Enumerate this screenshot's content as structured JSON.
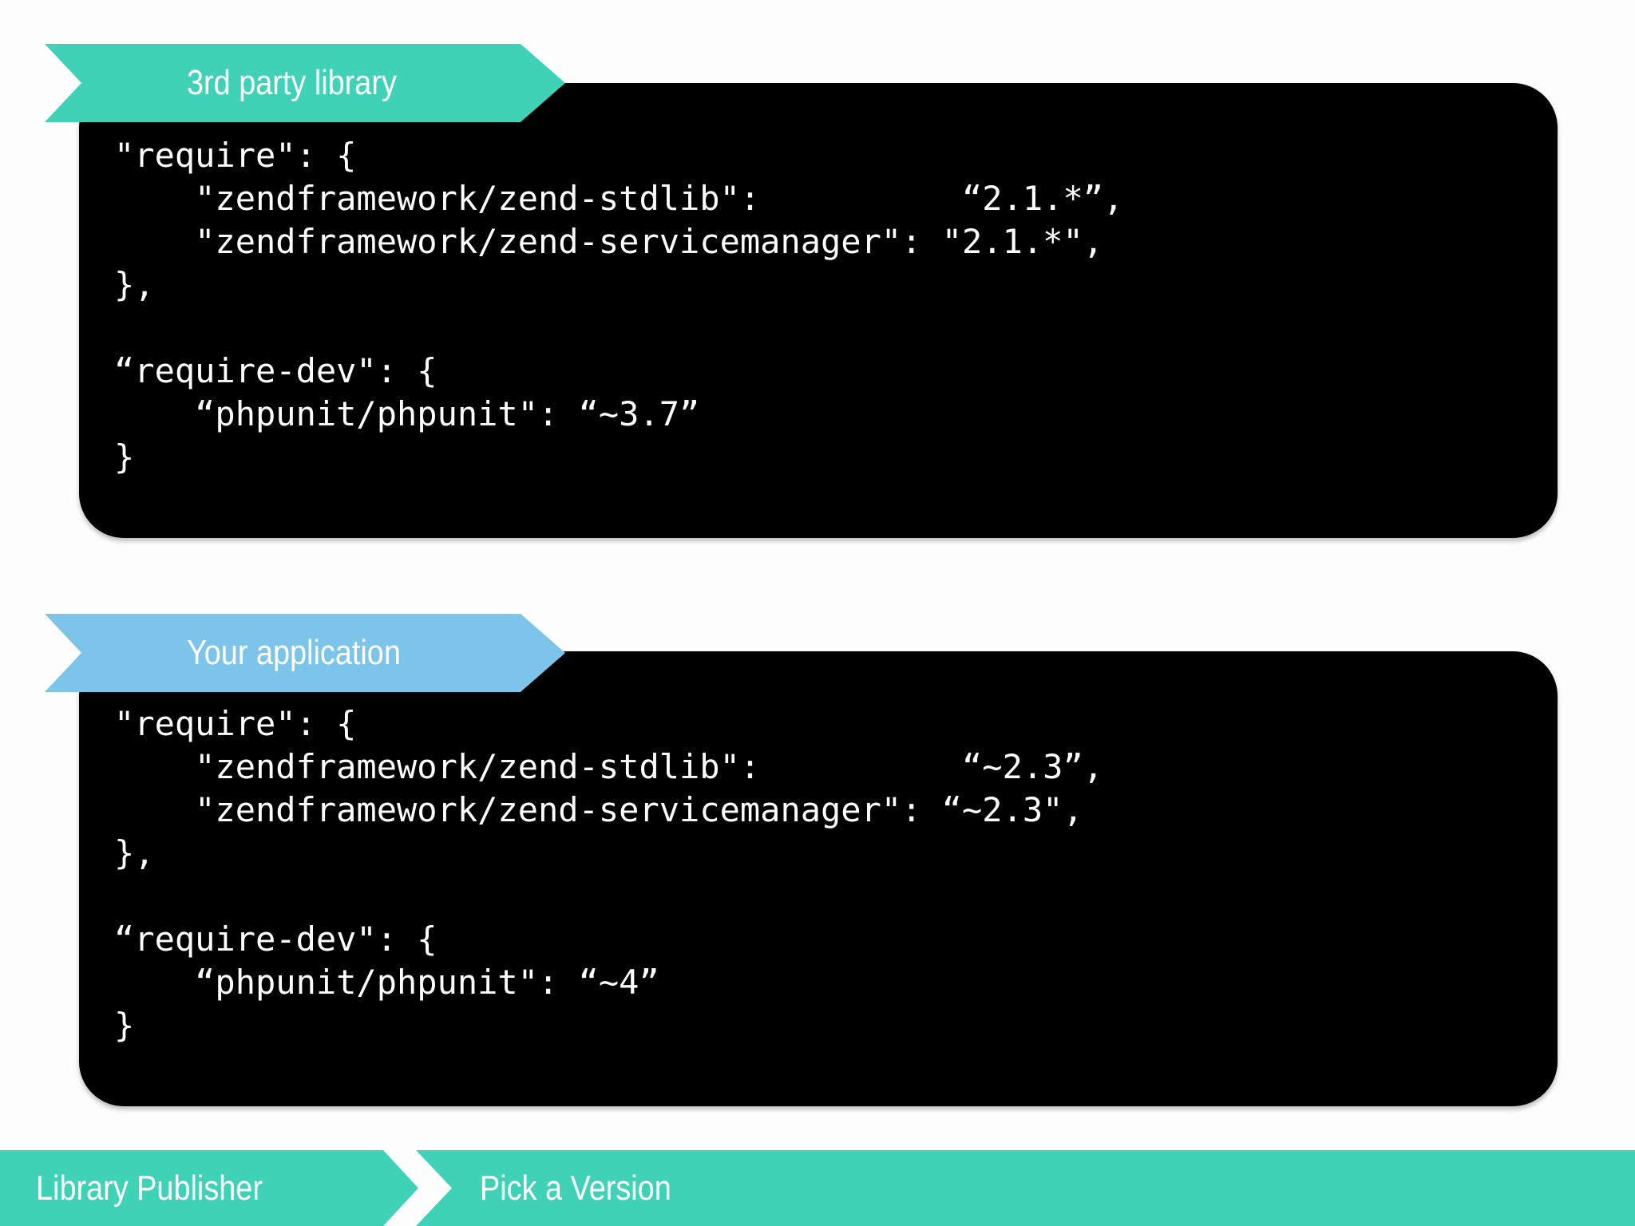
{
  "colors": {
    "teal": "#3fd2b6",
    "blue": "#7cc4e9",
    "panel": "#000000",
    "text": "#ffffff",
    "background": "#fdfdfe"
  },
  "sections": [
    {
      "label": "3rd party library",
      "code_lines": [
        "\"require\": {",
        "    \"zendframework/zend-stdlib\":          “2.1.*”,",
        "    \"zendframework/zend-servicemanager\": \"2.1.*\",",
        "},",
        "",
        "“require-dev\": {",
        "    “phpunit/phpunit\": “~3.7”",
        "}"
      ]
    },
    {
      "label": "Your application",
      "code_lines": [
        "\"require\": {",
        "    \"zendframework/zend-stdlib\":          “~2.3”,",
        "    \"zendframework/zend-servicemanager\": “~2.3\",",
        "},",
        "",
        "“require-dev\": {",
        "    “phpunit/phpunit\": “~4”",
        "}"
      ]
    }
  ],
  "breadcrumb": {
    "items": [
      "Library Publisher",
      "Pick a Version"
    ]
  }
}
